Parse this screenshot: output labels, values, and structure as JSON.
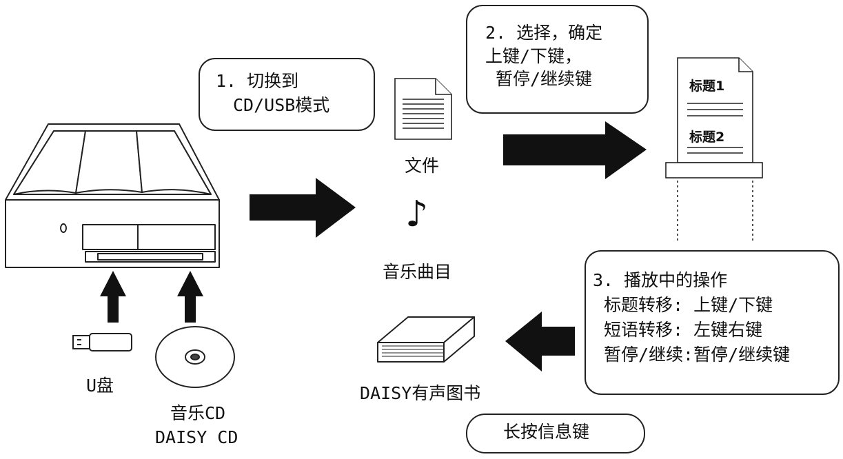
{
  "step1": {
    "line1": "1. 切换到",
    "line2": "CD/USB模式"
  },
  "step2": {
    "line1": "2. 选择，确定",
    "line2": "上键/下键，",
    "line3": "暂停/继续键"
  },
  "step3": {
    "title": "3. 播放中的操作",
    "items": [
      "标题转移: 上键/下键",
      "短语转移: 左键右键",
      "暂停/继续:暂停/继续键"
    ]
  },
  "labels": {
    "file": "文件",
    "music": "音乐曲目",
    "usb": "U盘",
    "disc_line1": "音乐CD",
    "disc_line2": "DAISY CD",
    "book": "DAISY有声图书",
    "long_press": "长按信息键"
  },
  "document": {
    "heading1": "标题1",
    "heading2": "标题2"
  },
  "icons": {
    "note": "♪",
    "player": "cd-player-icon",
    "usb": "usb-drive-icon",
    "disc": "cd-disc-icon",
    "file": "document-icon",
    "book": "book-icon"
  },
  "colors": {
    "ink": "#111111",
    "background": "#ffffff"
  }
}
